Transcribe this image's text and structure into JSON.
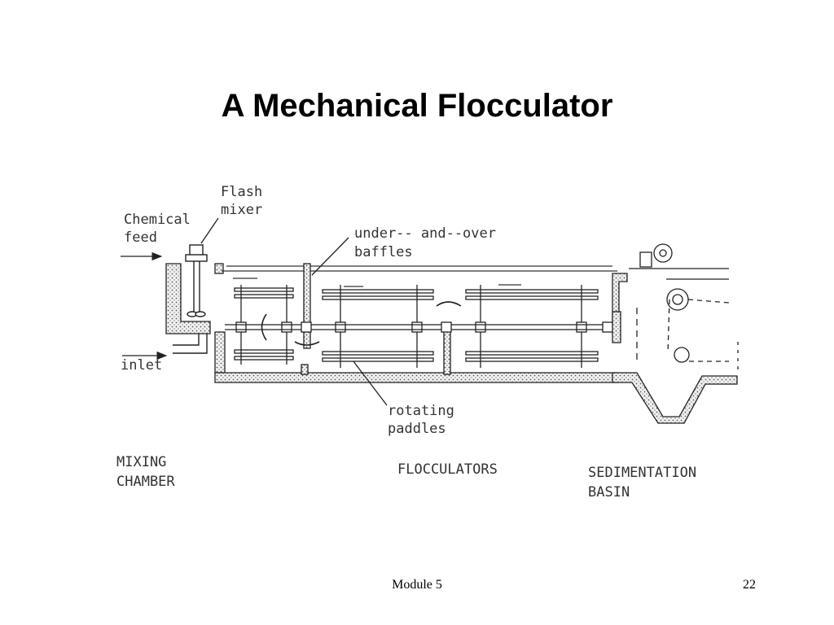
{
  "slide": {
    "title": "A Mechanical Flocculator",
    "footer": "Module 5",
    "page_number": "22"
  },
  "diagram": {
    "labels": {
      "flash_mixer_1": "Flash",
      "flash_mixer_2": "mixer",
      "chemical_feed_1": "Chemical",
      "chemical_feed_2": "feed",
      "baffles_1": "under-- and--over",
      "baffles_2": "baffles",
      "inlet": "inlet",
      "paddles_1": "rotating",
      "paddles_2": "paddles",
      "mixing_chamber_1": "MIXING",
      "mixing_chamber_2": "CHAMBER",
      "flocculators": "FLOCCULATORS",
      "sedimentation_basin_1": "SEDIMENTATION",
      "sedimentation_basin_2": "BASIN"
    }
  }
}
